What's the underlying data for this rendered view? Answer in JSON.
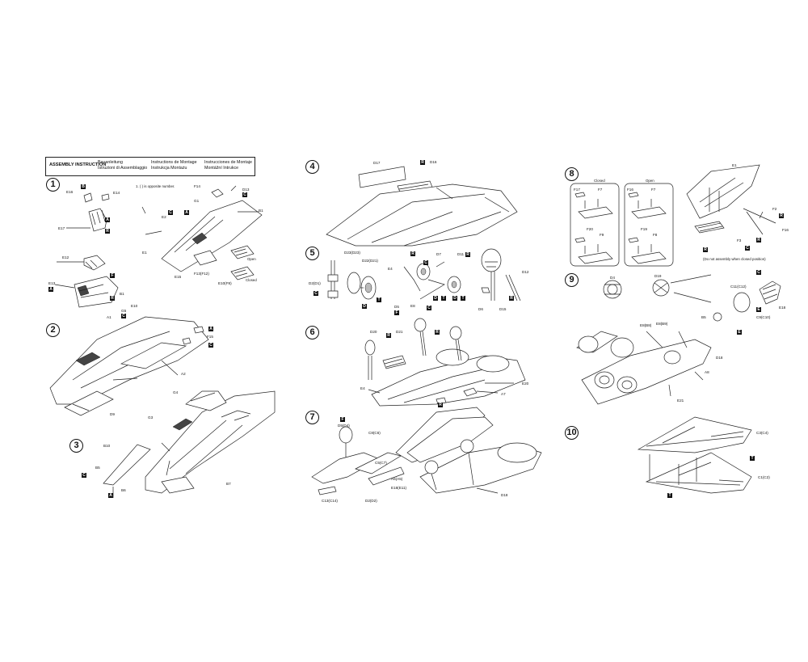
{
  "header": {
    "title": "ASSEMBLY INSTRUCTION",
    "col1": [
      "Bauanleitung",
      "Istruzioni di Assemblaggio"
    ],
    "col2": [
      "Instructions de Montage",
      "Instrukcja Montażu"
    ],
    "col3": [
      "Instrucciones de Montaje",
      "Montážní Intrukce"
    ]
  },
  "steps": [
    "1",
    "2",
    "3",
    "4",
    "5",
    "6",
    "7",
    "8",
    "9",
    "10"
  ],
  "notes": {
    "opposite": "1. ( ) is opposite number.",
    "open": "Open",
    "closed": "Closed",
    "closed8": "Closed",
    "open8": "Open",
    "donot": "(Do not assembly when closed position)"
  },
  "labels": {
    "s1": [
      "E16",
      "B",
      "E14",
      "A",
      "E17",
      "A",
      "R",
      "E12",
      "F",
      "E13",
      "A",
      "R",
      "B1",
      "G1",
      "F14",
      "D13",
      "C",
      "E1",
      "E2",
      "C",
      "A",
      "E15",
      "F13(F12)",
      "E10(F8)",
      "B1"
    ],
    "s2": [
      "E10",
      "G5",
      "A1",
      "A",
      "C",
      "F15",
      "C",
      "A2",
      "D9",
      "G4",
      "G3"
    ],
    "s3": [
      "B10",
      "B5",
      "C",
      "B6",
      "A",
      "B7"
    ],
    "s4": [
      "D17",
      "R",
      "D16"
    ],
    "s5": [
      "D23(D23)",
      "D22(D21)",
      "D2(D1)",
      "C",
      "D",
      "T",
      "D7",
      "D11",
      "R",
      "R",
      "C",
      "D12",
      "D",
      "T",
      "E4",
      "E8",
      "C",
      "D",
      "T",
      "D6",
      "D15",
      "F",
      "D5",
      "R"
    ],
    "s6": [
      "D20",
      "D21",
      "R",
      "R",
      "E4",
      "E20",
      "A7",
      "R"
    ],
    "s7": [
      "F",
      "D5(D4)",
      "C8(C6)",
      "C5(C7)",
      "A6(A5)",
      "E18(E11)",
      "C13(C14)",
      "D2(D2)",
      "D18"
    ],
    "s8": [
      "F17",
      "F7",
      "F16",
      "F7",
      "F20",
      "F9",
      "F19",
      "F8",
      "R",
      "F2",
      "R",
      "F16",
      "F3",
      "C",
      "R",
      "E1"
    ],
    "s9": [
      "D4",
      "D19",
      "C11(C12)",
      "C",
      "E",
      "E18",
      "B5",
      "C9(C10)",
      "E",
      "E8(B8)",
      "E8(B9)",
      "A8",
      "D18",
      "E21"
    ],
    "s10": [
      "C3(C4)",
      "T",
      "C1(C2)",
      "T"
    ]
  }
}
